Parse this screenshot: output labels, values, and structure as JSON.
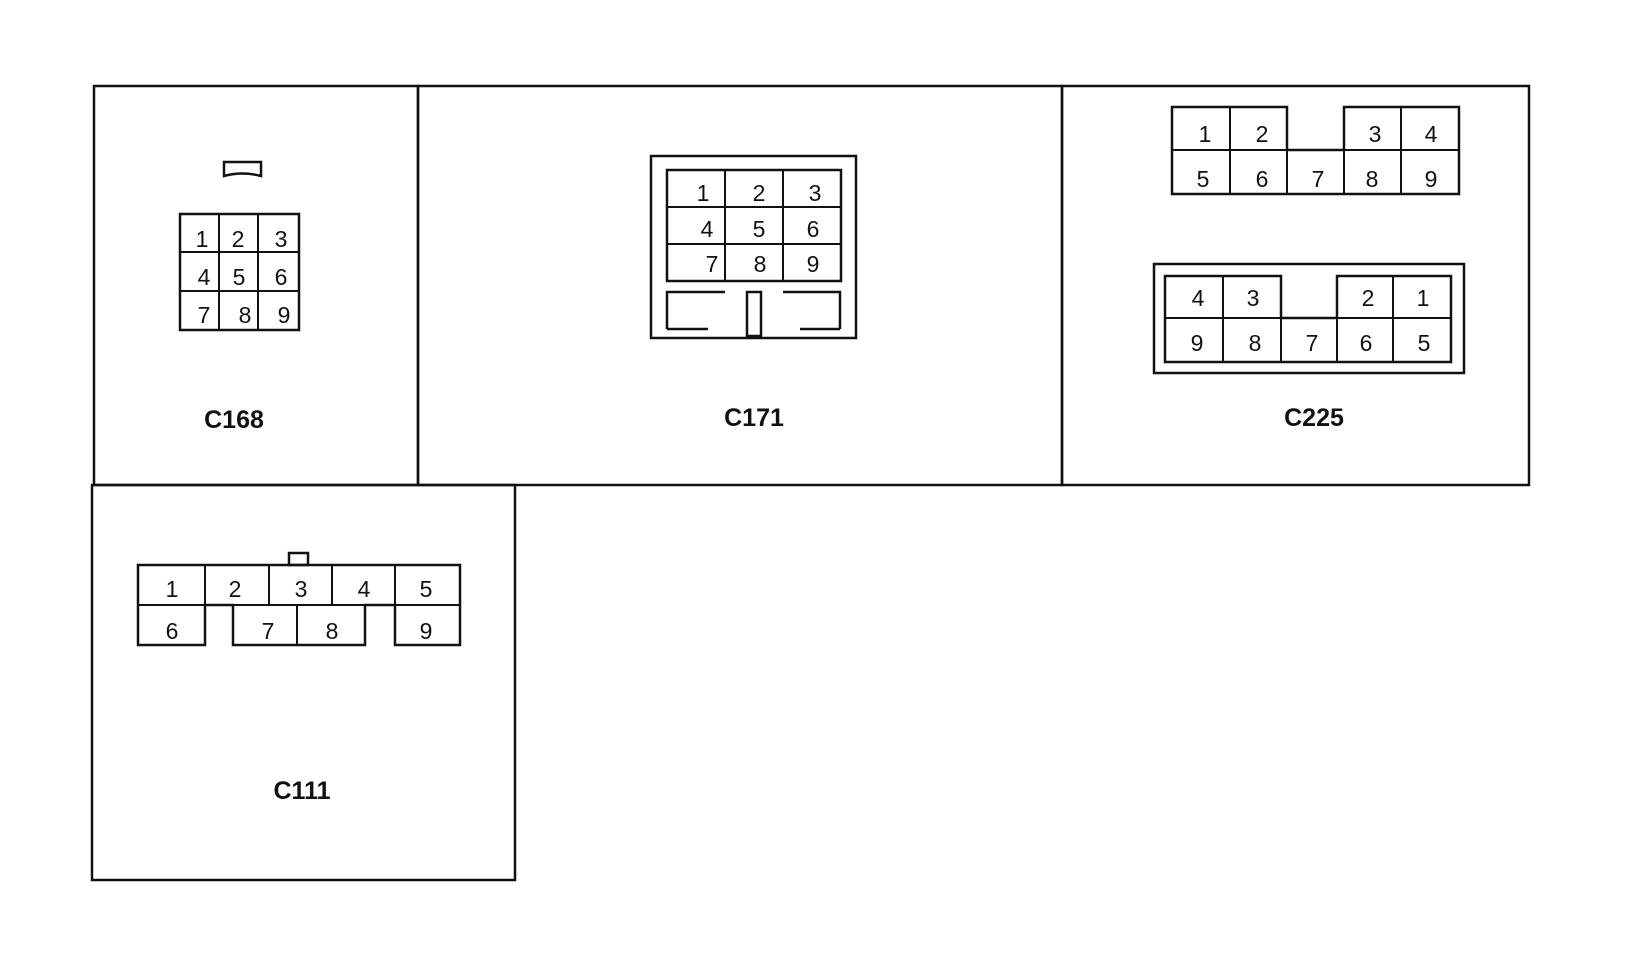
{
  "connectors": {
    "c168": {
      "title": "C168",
      "pins": {
        "p1": "1",
        "p2": "2",
        "p3": "3",
        "p4": "4",
        "p5": "5",
        "p6": "6",
        "p7": "7",
        "p8": "8",
        "p9": "9"
      }
    },
    "c171": {
      "title": "C171",
      "pins": {
        "p1": "1",
        "p2": "2",
        "p3": "3",
        "p4": "4",
        "p5": "5",
        "p6": "6",
        "p7": "7",
        "p8": "8",
        "p9": "9"
      }
    },
    "c225": {
      "title": "C225",
      "top_pins": {
        "p1": "1",
        "p2": "2",
        "p3": "3",
        "p4": "4",
        "p5": "5",
        "p6": "6",
        "p7": "7",
        "p8": "8",
        "p9": "9"
      },
      "bottom_pins": {
        "p1": "1",
        "p2": "2",
        "p3": "3",
        "p4": "4",
        "p5": "5",
        "p6": "6",
        "p7": "7",
        "p8": "8",
        "p9": "9"
      }
    },
    "c111": {
      "title": "C111",
      "pins": {
        "p1": "1",
        "p2": "2",
        "p3": "3",
        "p4": "4",
        "p5": "5",
        "p6": "6",
        "p7": "7",
        "p8": "8",
        "p9": "9"
      }
    }
  }
}
